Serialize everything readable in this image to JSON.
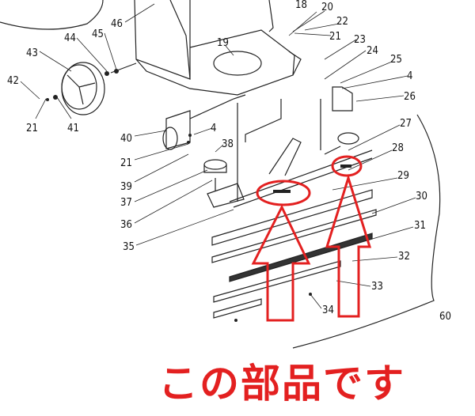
{
  "diagram": {
    "part_numbers": [
      "18",
      "20",
      "22",
      "21",
      "23",
      "24",
      "25",
      "4",
      "26",
      "27",
      "28",
      "29",
      "30",
      "31",
      "32",
      "33",
      "34",
      "60",
      "46",
      "45",
      "44",
      "43",
      "42",
      "21",
      "41",
      "40",
      "4",
      "21",
      "39",
      "38",
      "37",
      "36",
      "35",
      "19"
    ],
    "highlight_color": "#e32020"
  },
  "caption": "この部品です"
}
